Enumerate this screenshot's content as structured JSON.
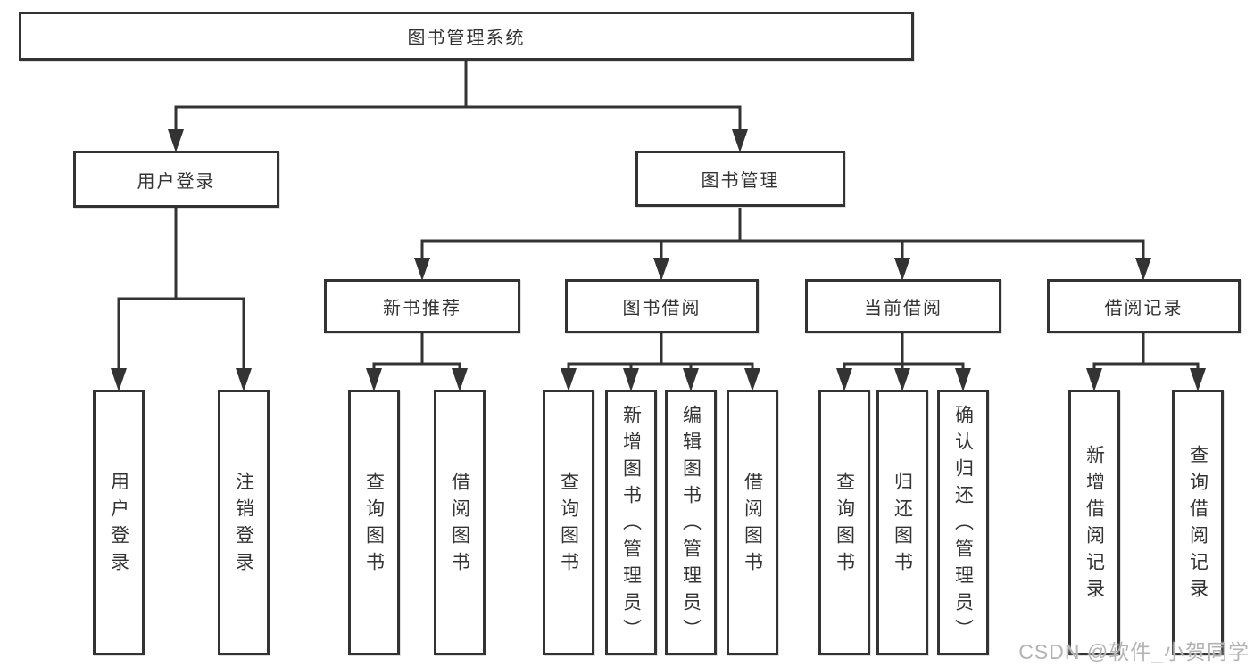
{
  "tree": {
    "root": {
      "label": "图书管理系统"
    },
    "user_login": {
      "label": "用户登录",
      "children": [
        {
          "label": "用户登录"
        },
        {
          "label": "注销登录"
        }
      ]
    },
    "book_mgmt": {
      "label": "图书管理",
      "children": [
        {
          "label": "新书推荐",
          "children": [
            {
              "label": "查询图书"
            },
            {
              "label": "借阅图书"
            }
          ]
        },
        {
          "label": "图书借阅",
          "children": [
            {
              "label": "查询图书"
            },
            {
              "label": "新增图书（管理员）"
            },
            {
              "label": "编辑图书（管理员）"
            },
            {
              "label": "借阅图书"
            }
          ]
        },
        {
          "label": "当前借阅",
          "children": [
            {
              "label": "查询图书"
            },
            {
              "label": "归还图书"
            },
            {
              "label": "确认归还（管理员）"
            }
          ]
        },
        {
          "label": "借阅记录",
          "children": [
            {
              "label": "新增借阅记录"
            },
            {
              "label": "查询借阅记录"
            }
          ]
        }
      ]
    }
  },
  "watermark": {
    "text": "CSDN @软件_小贺同学"
  },
  "colors": {
    "line": "#333333",
    "text": "#333333",
    "background": "#ffffff",
    "watermark": "#b3b3b3"
  }
}
